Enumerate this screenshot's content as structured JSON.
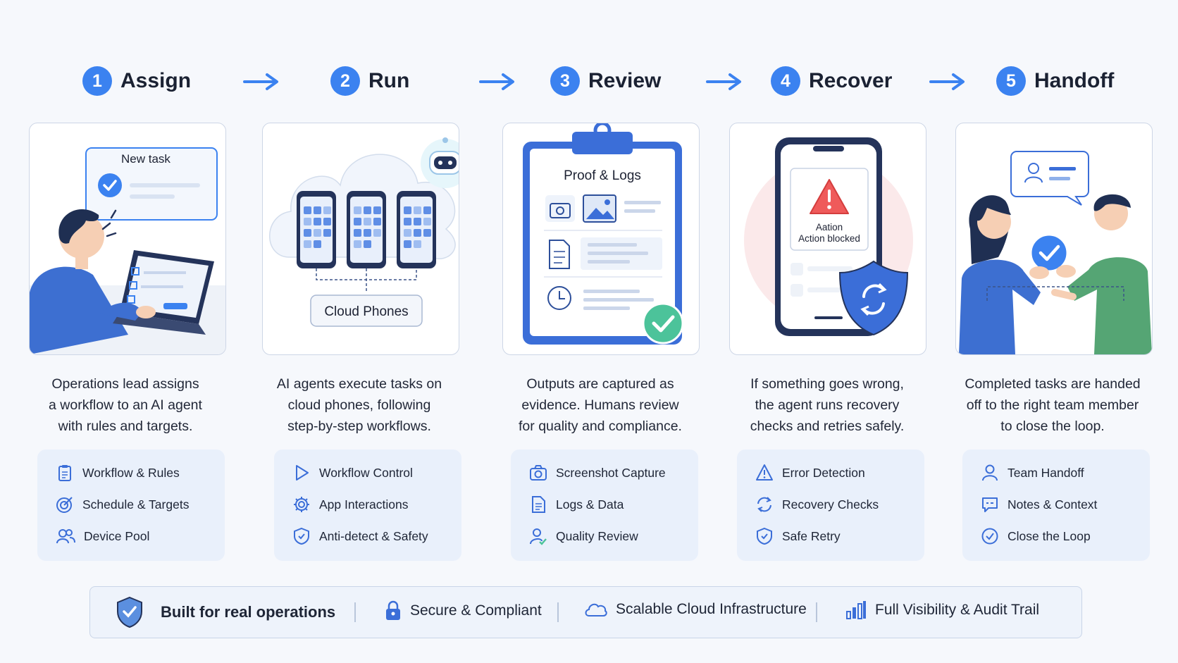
{
  "steps": [
    {
      "number": "1",
      "title": "Assign",
      "desc": [
        "Operations lead assigns",
        "a workflow to an AI agent",
        "with rules and targets."
      ],
      "features": [
        "Workflow & Rules",
        "Schedule & Targets",
        "Device Pool"
      ],
      "feature_icons": [
        "clipboard-icon",
        "target-icon",
        "users-icon"
      ]
    },
    {
      "number": "2",
      "title": "Run",
      "desc": [
        "AI agents execute tasks on",
        "cloud phones, following",
        "step-by-step workflows."
      ],
      "features": [
        "Workflow Control",
        "App Interactions",
        "Anti-detect & Safety"
      ],
      "feature_icons": [
        "play-icon",
        "gear-icon",
        "shield-check-icon"
      ]
    },
    {
      "number": "3",
      "title": "Review",
      "desc": [
        "Outputs are captured as",
        "evidence. Humans review",
        "for quality and compliance."
      ],
      "features": [
        "Screenshot Capture",
        "Logs & Data",
        "Quality Review"
      ],
      "feature_icons": [
        "camera-icon",
        "document-icon",
        "user-check-icon"
      ]
    },
    {
      "number": "4",
      "title": "Recover",
      "desc": [
        "If something goes wrong,",
        "the agent runs recovery",
        "checks and retries safely."
      ],
      "features": [
        "Error Detection",
        "Recovery Checks",
        "Safe Retry"
      ],
      "feature_icons": [
        "warning-icon",
        "refresh-icon",
        "shield-check-icon"
      ]
    },
    {
      "number": "5",
      "title": "Handoff",
      "desc": [
        "Completed tasks are handed",
        "off to the right team member",
        "to close the loop."
      ],
      "features": [
        "Team Handoff",
        "Notes & Context",
        "Close the Loop"
      ],
      "feature_icons": [
        "user-icon",
        "chat-icon",
        "check-circle-icon"
      ]
    }
  ],
  "illustrations": {
    "assign_task_label": "New task",
    "run_cloud_label": "Cloud Phones",
    "review_clipboard_title": "Proof & Logs",
    "recover_alert_line1": "Aation",
    "recover_alert_line2": "Action blocked"
  },
  "banner": {
    "headline": "Built for real operations",
    "items": [
      "Secure & Compliant",
      "Scalable Cloud Infrastructure",
      "Full Visibility & Audit Trail"
    ],
    "item_icons": [
      "lock-icon",
      "cloud-icon",
      "bar-chart-icon"
    ]
  },
  "colors": {
    "accent": "#3b82f0",
    "navy": "#24335a",
    "panel": "#e9f0fb",
    "success": "#4cc39a"
  }
}
